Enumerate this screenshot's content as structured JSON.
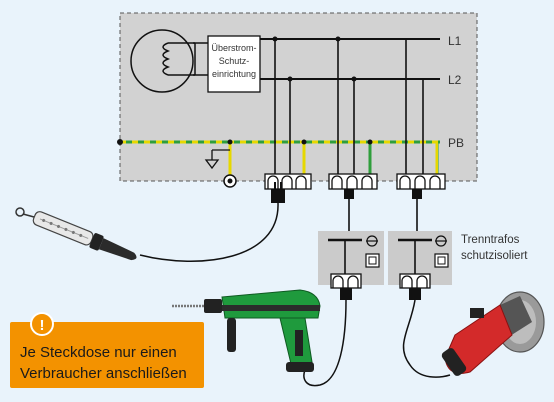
{
  "device_box_label": [
    "Überstrom-",
    "Schutz-",
    "einrichtung"
  ],
  "line_labels": {
    "l1": "L1",
    "l2": "L2",
    "pb": "PB"
  },
  "trafo_label": [
    "Trenntrafos",
    "schutzisoliert"
  ],
  "warning": {
    "icon": "!",
    "text_line1": "Je Steckdose nur einen",
    "text_line2": "Verbraucher anschließen"
  },
  "colors": {
    "enclosure": "#d2d2d2",
    "trafo": "#cbcbcb",
    "pe_yellow": "#e6d800",
    "pe_green": "#2f9e3b",
    "warning": "#f39200",
    "background": "#e9f3fb"
  }
}
